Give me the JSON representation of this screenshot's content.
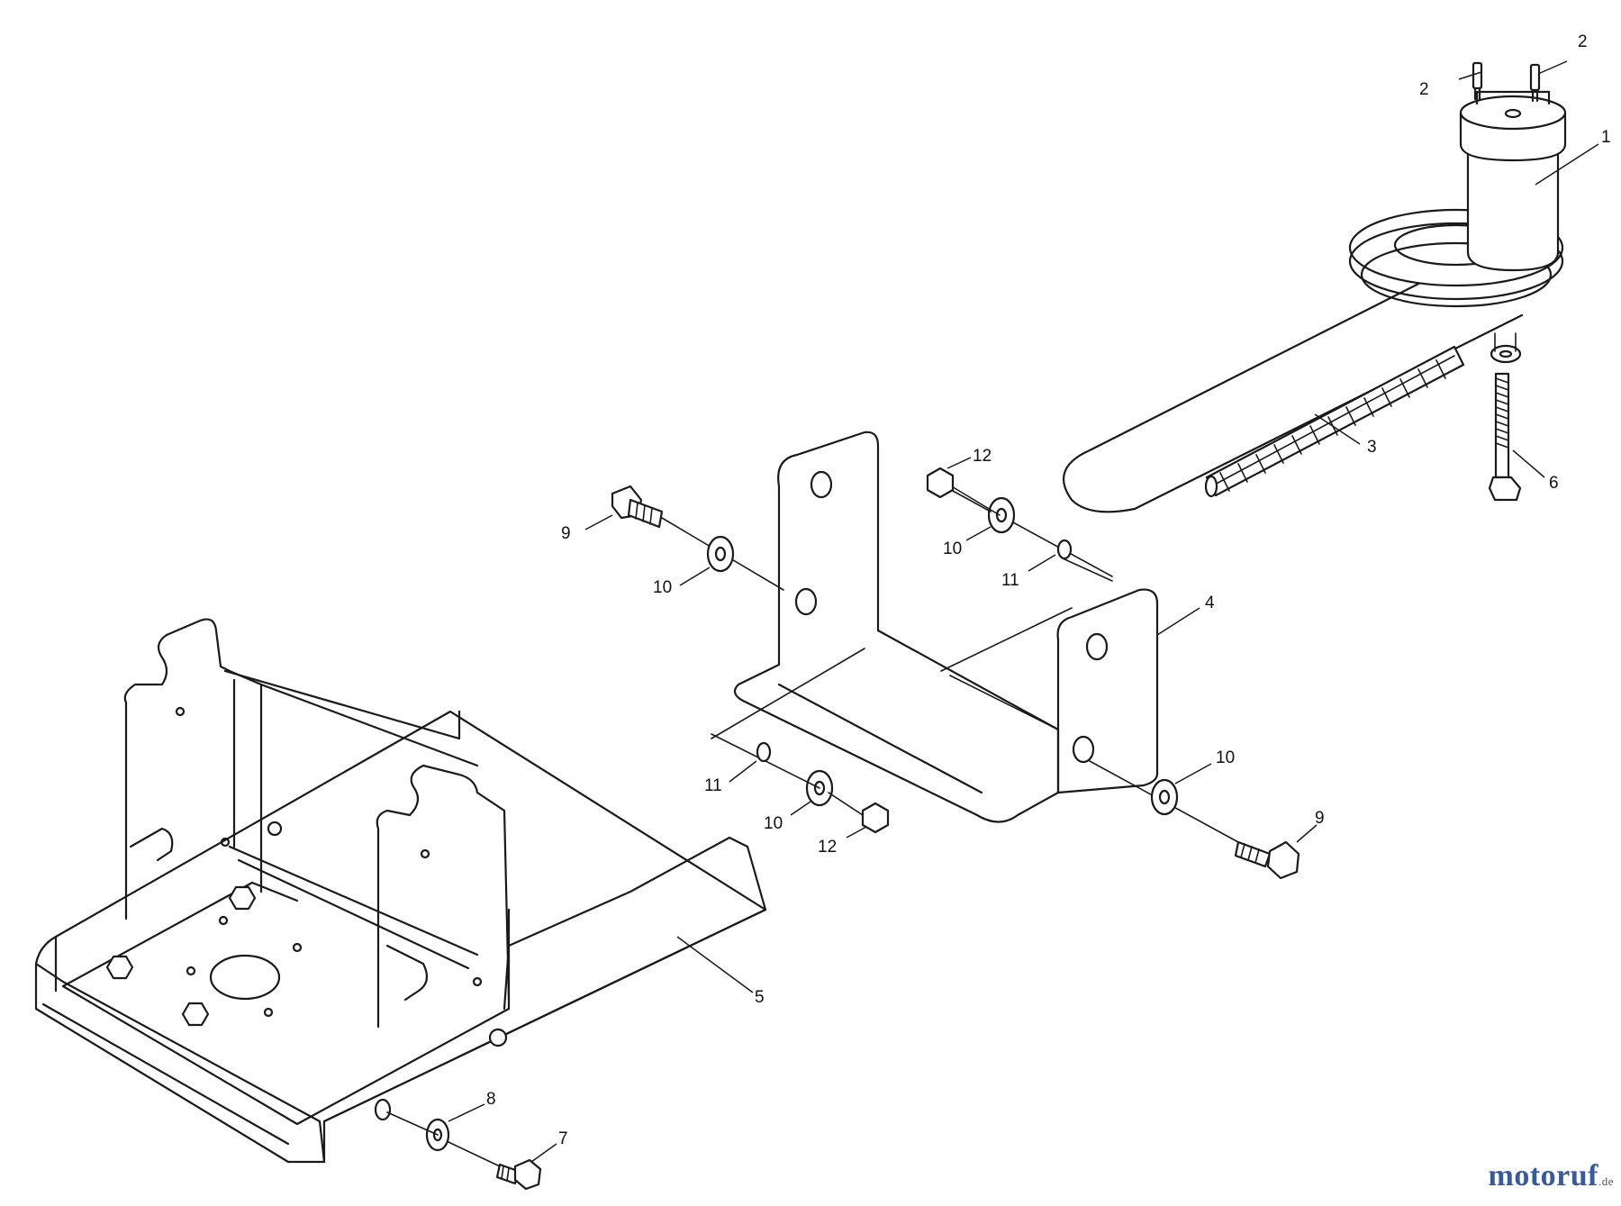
{
  "parts": [
    {
      "id": "pulley",
      "label": "1"
    },
    {
      "id": "pin-left",
      "label": "2"
    },
    {
      "id": "pin-right",
      "label": "2"
    },
    {
      "id": "spacer-tube",
      "label": "3"
    },
    {
      "id": "bracket",
      "label": "4"
    },
    {
      "id": "engine-mount-plate",
      "label": "5"
    },
    {
      "id": "long-bolt",
      "label": "6"
    },
    {
      "id": "small-bolt",
      "label": "7"
    },
    {
      "id": "small-washer",
      "label": "8"
    },
    {
      "id": "bolt-left",
      "label": "9"
    },
    {
      "id": "bolt-right",
      "label": "9"
    },
    {
      "id": "washer-a",
      "label": "10"
    },
    {
      "id": "washer-b",
      "label": "10"
    },
    {
      "id": "washer-c",
      "label": "10"
    },
    {
      "id": "washer-d",
      "label": "10"
    },
    {
      "id": "lock-washer-a",
      "label": "11"
    },
    {
      "id": "lock-washer-b",
      "label": "11"
    },
    {
      "id": "nut-a",
      "label": "12"
    },
    {
      "id": "nut-b",
      "label": "12"
    }
  ],
  "watermark": {
    "brand_main": "motoruf",
    "brand_tld": ".de"
  },
  "colors": {
    "line": "#1a1a1a",
    "watermark_blue": "#3a5aa0",
    "watermark_accent": "#d08a10"
  }
}
